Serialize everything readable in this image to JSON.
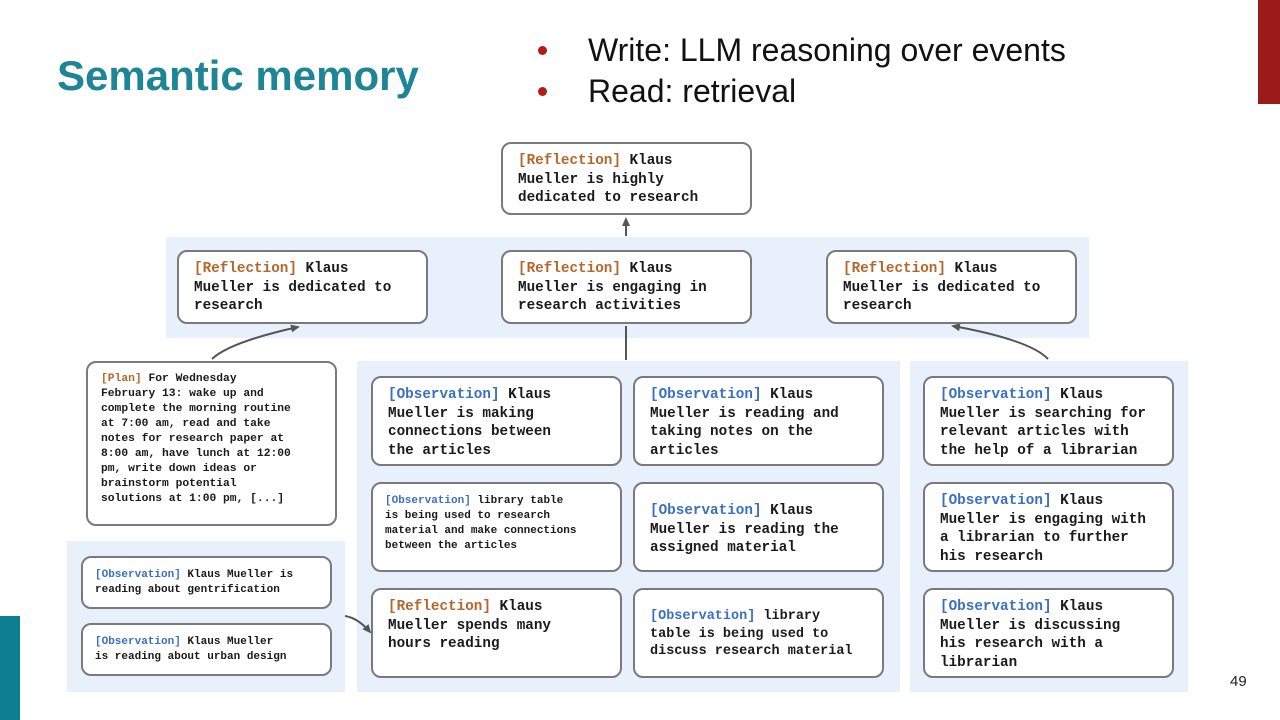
{
  "slide": {
    "title": "Semantic memory",
    "bullets": [
      "Write: LLM reasoning over events",
      "Read: retrieval"
    ],
    "page_number": "49"
  },
  "diagram": {
    "top": {
      "tag": "[Reflection]",
      "text": " Klaus\nMueller is highly\ndedicated to research"
    },
    "mid_left": {
      "tag": "[Reflection]",
      "text": " Klaus\nMueller is dedicated to\nresearch"
    },
    "mid_center": {
      "tag": "[Reflection]",
      "text": " Klaus\nMueller is engaging in\nresearch activities"
    },
    "mid_right": {
      "tag": "[Reflection]",
      "text": " Klaus\nMueller is dedicated to\nresearch"
    },
    "plan": {
      "tag": "[Plan]",
      "text": " For Wednesday\nFebruary 13: wake up and\ncomplete the morning routine\nat 7:00 am, read and take\nnotes for research paper at\n8:00 am, have lunch at 12:00\npm, write down ideas or\nbrainstorm potential\nsolutions at 1:00 pm, [...]"
    },
    "far_left_1": {
      "tag": "[Observation]",
      "text": " Klaus Mueller is\nreading about gentrification"
    },
    "far_left_2": {
      "tag": "[Observation]",
      "text": " Klaus Mueller\nis reading about urban design"
    },
    "c1_1": {
      "tag": "[Observation]",
      "text": " Klaus\nMueller is making\nconnections between\nthe articles"
    },
    "c1_2": {
      "tag": "[Observation]",
      "text": " library table\nis being used to research\nmaterial and make connections\nbetween the articles"
    },
    "c1_3": {
      "tag": "[Reflection]",
      "text": " Klaus\nMueller spends many\nhours reading"
    },
    "c2_1": {
      "tag": "[Observation]",
      "text": " Klaus\nMueller is reading and\ntaking notes on the\narticles"
    },
    "c2_2": {
      "tag": "[Observation]",
      "text": " Klaus\nMueller is reading the\nassigned material"
    },
    "c2_3": {
      "tag": "[Observation]",
      "text": " library\ntable is being used to\ndiscuss research material"
    },
    "r_1": {
      "tag": "[Observation]",
      "text": " Klaus\nMueller is searching for\nrelevant articles with\nthe help of a librarian"
    },
    "r_2": {
      "tag": "[Observation]",
      "text": " Klaus\nMueller is engaging with\na librarian to further\nhis research"
    },
    "r_3": {
      "tag": "[Observation]",
      "text": " Klaus\nMueller is discussing\nhis research with a\nlibrarian"
    }
  },
  "colors": {
    "title": "#1d8595",
    "reflection_tag": "#b5662b",
    "observation_tag": "#3b6fc2",
    "panel": "#e8f0fb"
  }
}
